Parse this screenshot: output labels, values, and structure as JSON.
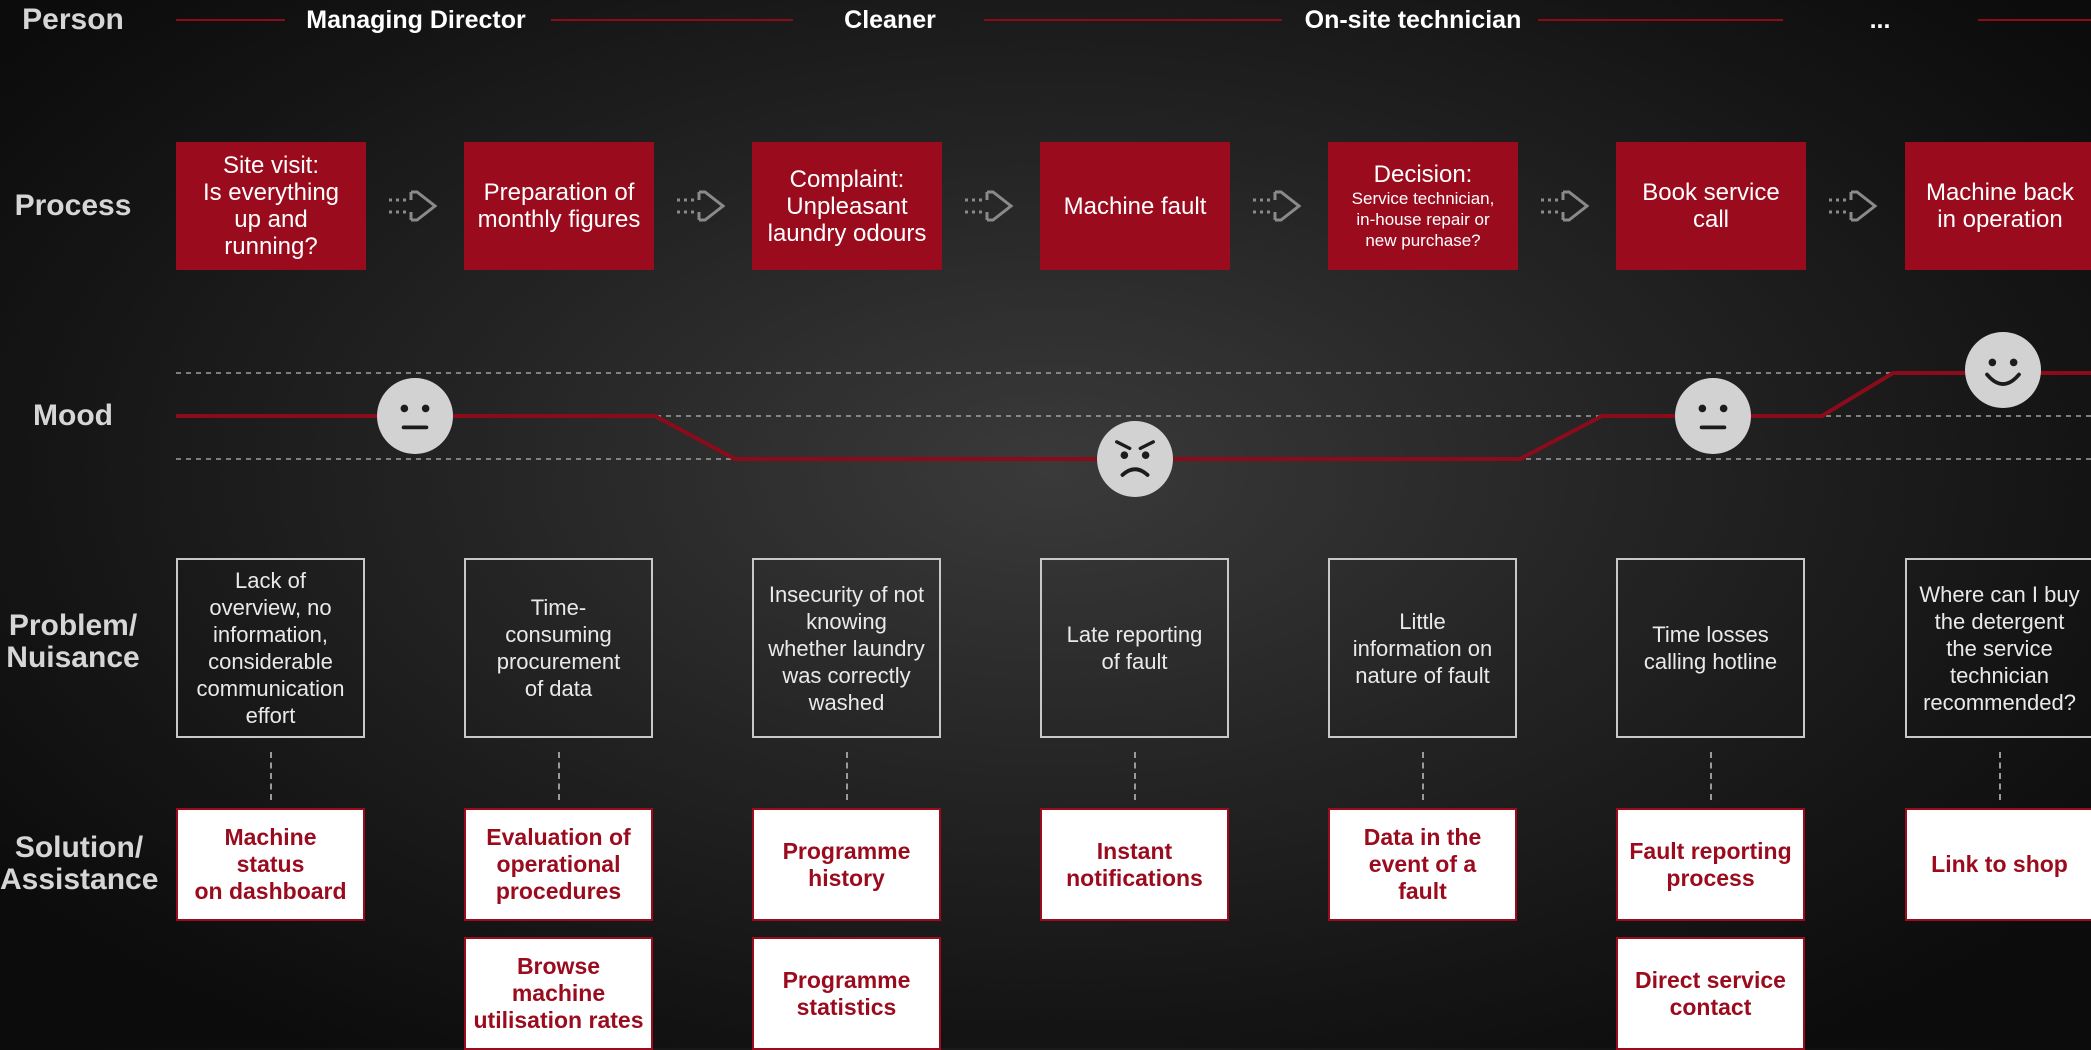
{
  "rows": {
    "person": "Person",
    "process": "Process",
    "mood": "Mood",
    "problem": [
      "Problem/",
      "Nuisance"
    ],
    "solution": [
      "Solution/",
      "Assistance"
    ]
  },
  "persons": [
    "Managing Director",
    "Cleaner",
    "On-site technician",
    "..."
  ],
  "process": [
    {
      "lines": [
        "Site visit:",
        "Is everything",
        "up and",
        "running?"
      ]
    },
    {
      "lines": [
        "Preparation of",
        "monthly figures"
      ]
    },
    {
      "lines": [
        "Complaint:",
        "Unpleasant",
        "laundry odours"
      ]
    },
    {
      "lines": [
        "Machine fault"
      ]
    },
    {
      "lines": [
        "Decision:"
      ],
      "small": [
        "Service technician,",
        "in-house repair or",
        "new purchase?"
      ]
    },
    {
      "lines": [
        "Book service",
        "call"
      ]
    },
    {
      "lines": [
        "Machine back",
        "in operation"
      ]
    }
  ],
  "mood": {
    "levels": [
      "positive",
      "neutral",
      "negative"
    ],
    "faces": [
      {
        "step": 0,
        "level": "neutral",
        "icon": "neutral-face-icon"
      },
      {
        "step": 3,
        "level": "negative",
        "icon": "angry-face-icon"
      },
      {
        "step": 5,
        "level": "neutral",
        "icon": "neutral-face-icon"
      },
      {
        "step": 6,
        "level": "positive",
        "icon": "smiling-face-icon"
      }
    ],
    "line_color": "#8a0c1b",
    "face_color": "#d2d2d2"
  },
  "problems": [
    [
      "Lack of",
      "overview, no",
      "information,",
      "considerable",
      "communication",
      "effort"
    ],
    [
      "Time-",
      "consuming",
      "procurement",
      "of data"
    ],
    [
      "Insecurity of not",
      "knowing",
      "whether laundry",
      "was correctly",
      "washed"
    ],
    [
      "Late reporting",
      "of fault"
    ],
    [
      "Little",
      "information on",
      "nature of fault"
    ],
    [
      "Time losses",
      "calling hotline"
    ],
    [
      "Where can I buy",
      "the detergent",
      "the service",
      "technician",
      "recommended?"
    ]
  ],
  "solutions": [
    [
      [
        "Machine",
        "status",
        "on dashboard"
      ]
    ],
    [
      [
        "Evaluation of",
        "operational",
        "procedures"
      ],
      [
        "Browse",
        "machine",
        "utilisation rates"
      ]
    ],
    [
      [
        "Programme",
        "history"
      ],
      [
        "Programme",
        "statistics"
      ]
    ],
    [
      [
        "Instant",
        "notifications"
      ]
    ],
    [
      [
        "Data in the",
        "event of a",
        "fault"
      ]
    ],
    [
      [
        "Fault reporting",
        "process"
      ],
      [
        "Direct service",
        "contact"
      ]
    ],
    [
      [
        "Link to shop"
      ]
    ]
  ],
  "colors": {
    "accent": "#9b0b1e",
    "background": "#1e1e1e"
  }
}
